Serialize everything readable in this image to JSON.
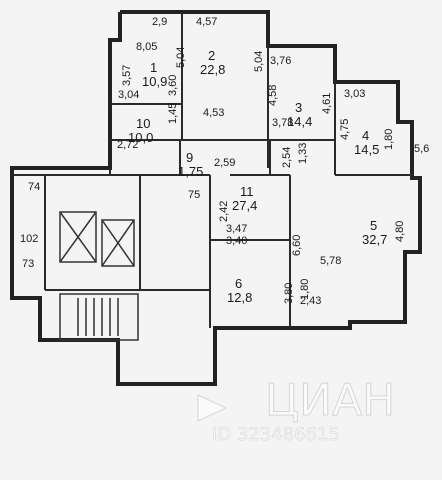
{
  "rooms": [
    {
      "number": "1",
      "area": "10,9"
    },
    {
      "number": "2",
      "area": "22,8"
    },
    {
      "number": "3",
      "area": "14,4"
    },
    {
      "number": "4",
      "area": "14,5"
    },
    {
      "number": "5",
      "area": "32,7"
    },
    {
      "number": "6",
      "area": "12,8"
    },
    {
      "number": "9",
      "area": "1,75"
    },
    {
      "number": "10",
      "area": "10,0"
    },
    {
      "number": "11",
      "area": "27,4"
    }
  ],
  "dimensions": [
    "2,9",
    "4,57",
    "8,05",
    "5,04",
    "5,04",
    "3,57",
    "3,60",
    "3,04",
    "1,45",
    "4,53",
    "3,76",
    "4,58",
    "3,03",
    "4,61",
    "3,78",
    "1,33",
    "4,75",
    "1,80",
    "5,6",
    "2,72",
    "2,59",
    "2,54",
    "2,42",
    "3,47",
    "3,40",
    "6,60",
    "5,78",
    "4,80",
    "3,80",
    "1,80",
    "2,43"
  ],
  "side_labels": [
    "74",
    "75",
    "102",
    "73"
  ],
  "watermark": {
    "brand": "ЦИАН",
    "id": "ID 323486615"
  }
}
